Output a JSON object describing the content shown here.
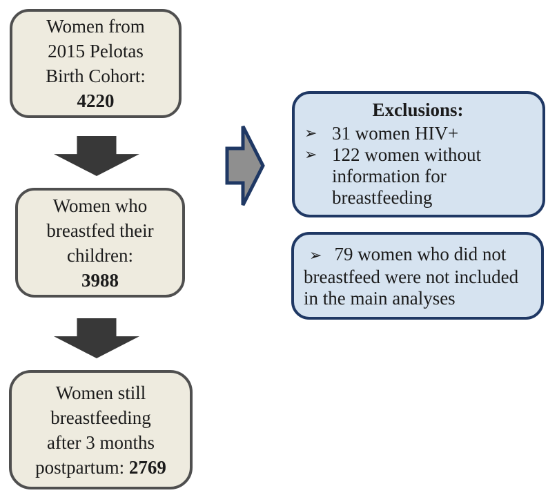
{
  "flow": {
    "boxes": [
      {
        "lines": [
          "Women from",
          "2015 Pelotas",
          "Birth Cohort:"
        ],
        "value_prefix": "",
        "value": "4220"
      },
      {
        "lines": [
          "Women who",
          "breastfed their",
          "children:"
        ],
        "value_prefix": "",
        "value": "3988"
      },
      {
        "lines": [
          "Women still",
          "breastfeeding",
          "after 3 months"
        ],
        "value_prefix": "postpartum: ",
        "value": "2769"
      }
    ],
    "exclusions_box": {
      "title": "Exclusions:",
      "bullet_glyph": "➢",
      "items": [
        "31 women HIV+",
        "122 women without information for breastfeeding"
      ]
    },
    "note_box": {
      "bullet_glyph": "➢",
      "text": "79 women who did not breastfeed were not included in the main analyses"
    },
    "colors": {
      "cream_box_fill": "#eeebdf",
      "cream_box_border": "#4f4f4f",
      "down_arrow": "#383838",
      "right_arrow_fill": "#8f8f8f",
      "right_arrow_border": "#1f3864",
      "blue_box_fill": "#d6e3f0",
      "blue_box_border": "#1f3864",
      "text": "#1b1b1b"
    }
  }
}
